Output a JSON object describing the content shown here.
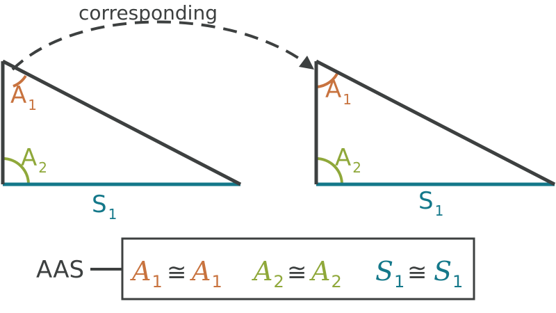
{
  "colors": {
    "outline": "#3d4040",
    "angle_a1": "#c8733f",
    "angle_a2": "#8fa83a",
    "side_s1": "#14788a"
  },
  "arrow_caption": "corresponding",
  "left_triangle": {
    "angle_top": {
      "letter": "A",
      "sub": "1"
    },
    "angle_right": {
      "letter": "A",
      "sub": "2"
    },
    "side": {
      "letter": "S",
      "sub": "1"
    }
  },
  "right_triangle": {
    "angle_top": {
      "letter": "A",
      "sub": "1"
    },
    "angle_right": {
      "letter": "A",
      "sub": "2"
    },
    "side": {
      "letter": "S",
      "sub": "1"
    }
  },
  "criterion": "AAS",
  "congruence_symbol": "≅",
  "statements": [
    {
      "left": {
        "letter": "A",
        "sub": "1"
      },
      "right": {
        "letter": "A",
        "sub": "1"
      }
    },
    {
      "left": {
        "letter": "A",
        "sub": "2"
      },
      "right": {
        "letter": "A",
        "sub": "2"
      }
    },
    {
      "left": {
        "letter": "S",
        "sub": "1"
      },
      "right": {
        "letter": "S",
        "sub": "1"
      }
    }
  ]
}
